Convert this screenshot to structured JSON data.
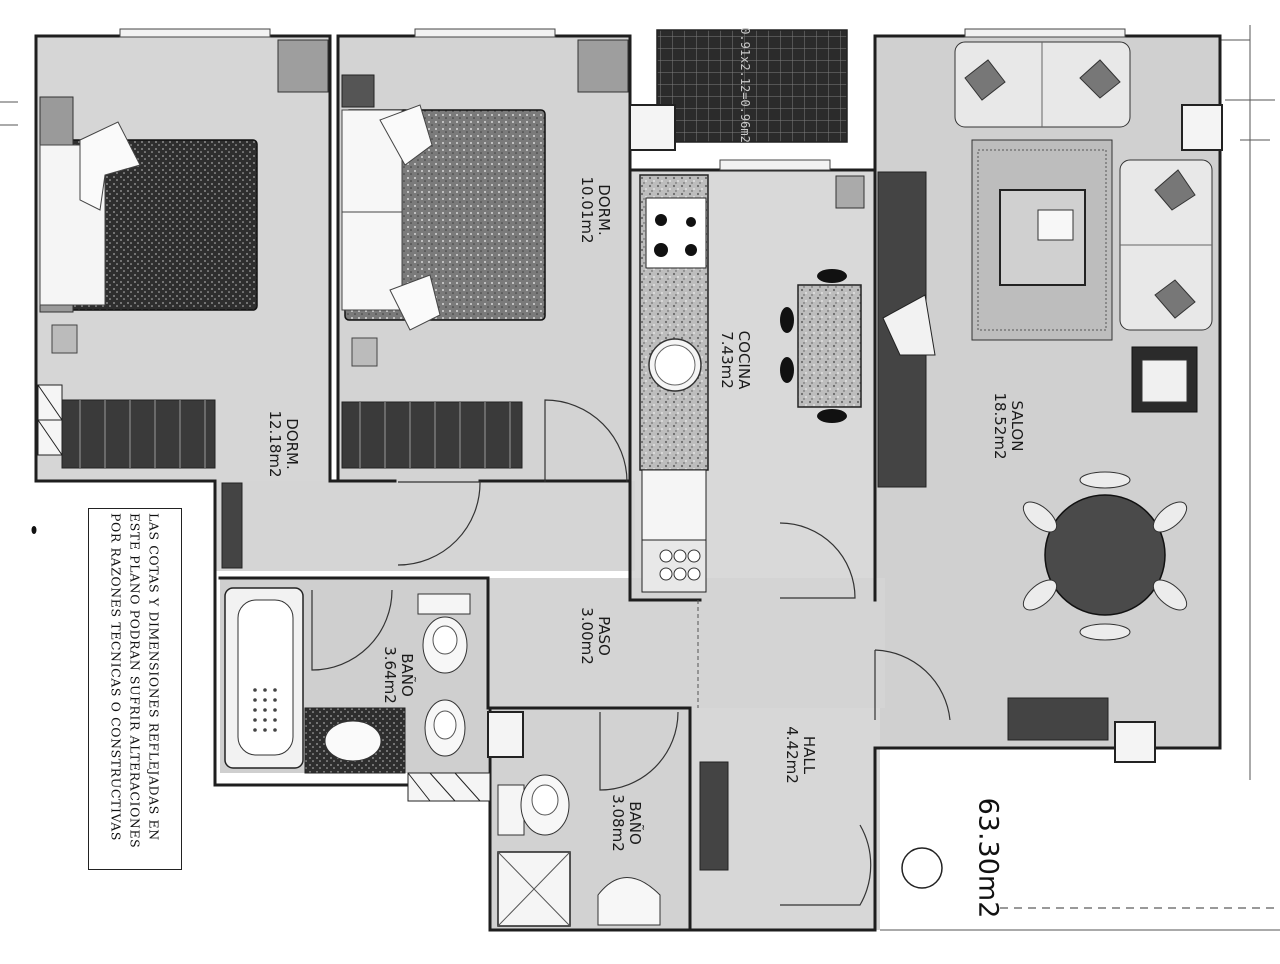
{
  "rooms": [
    {
      "id": "dorm-1",
      "name": "DORM.",
      "area": "12.18m2"
    },
    {
      "id": "dorm-2",
      "name": "DORM.",
      "area": "10.01m2"
    },
    {
      "id": "cocina",
      "name": "COCINA",
      "area": "7.43m2"
    },
    {
      "id": "salon",
      "name": "SALON",
      "area": "18.52m2"
    },
    {
      "id": "paso",
      "name": "PASO",
      "area": "3.00m2"
    },
    {
      "id": "bano-1",
      "name": "BAÑO",
      "area": "3.64m2"
    },
    {
      "id": "bano-2",
      "name": "BAÑO",
      "area": "3.08m2"
    },
    {
      "id": "hall",
      "name": "HALL",
      "area": "4.42m2"
    }
  ],
  "terrace_label": "0.91x2.12=0.96m2",
  "total_area": "63.30m2",
  "disclaimer": {
    "line1": "LAS COTAS Y DIMENSIONES REFLEJADAS EN",
    "line2": "ESTE PLANO PODRAN SUFRIR ALTERACIONES",
    "line3": "POR RAZONES TECNICAS O CONSTRUCTIVAS"
  }
}
